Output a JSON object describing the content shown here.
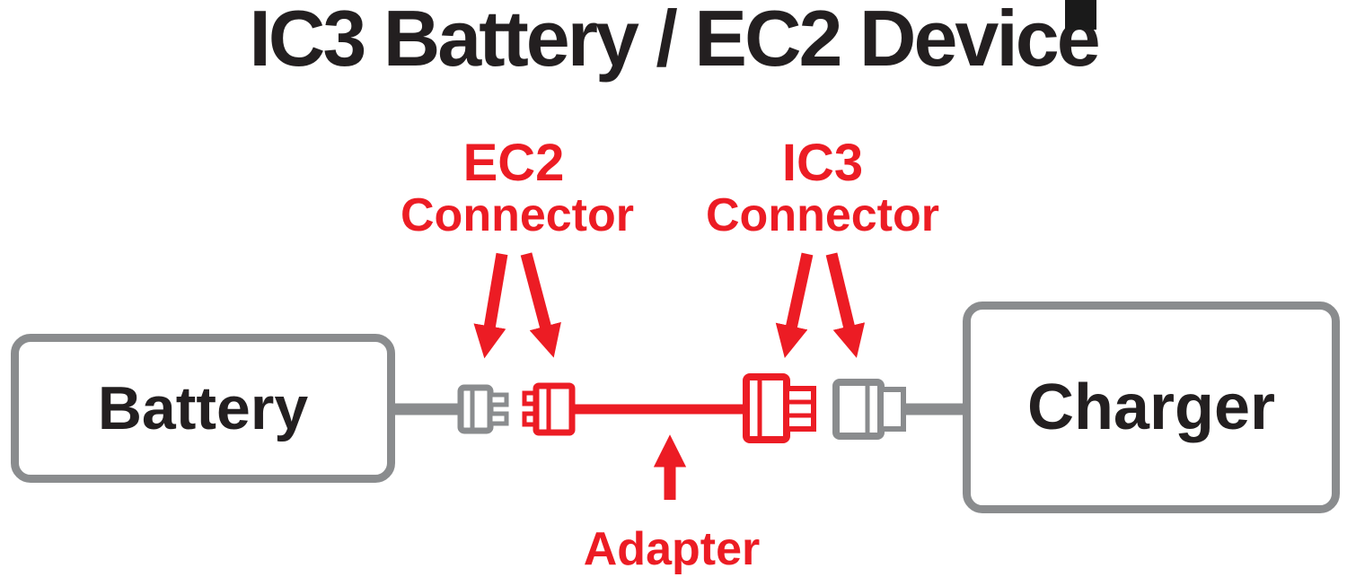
{
  "title": "IC3 Battery / EC2 Device",
  "nodes": {
    "battery": {
      "label": "Battery"
    },
    "charger": {
      "label": "Charger"
    }
  },
  "annotations": {
    "ec2": {
      "title": "EC2",
      "subtitle": "Connector"
    },
    "ic3": {
      "title": "IC3",
      "subtitle": "Connector"
    },
    "adapter": {
      "title": "Adapter"
    }
  },
  "icons": {
    "battery_plug": "gray-ec2-plug-icon",
    "adapter_ec2_end": "red-ec2-connector-icon",
    "adapter_ic3_end": "red-ic3-connector-icon",
    "charger_plug": "gray-ic3-plug-icon",
    "arrows": "red-pointer-arrow-icon"
  },
  "colors": {
    "accent_red": "#EC1C24",
    "connector_gray": "#8A8C8E",
    "text_black": "#231F20",
    "background": "#FFFFFF"
  }
}
